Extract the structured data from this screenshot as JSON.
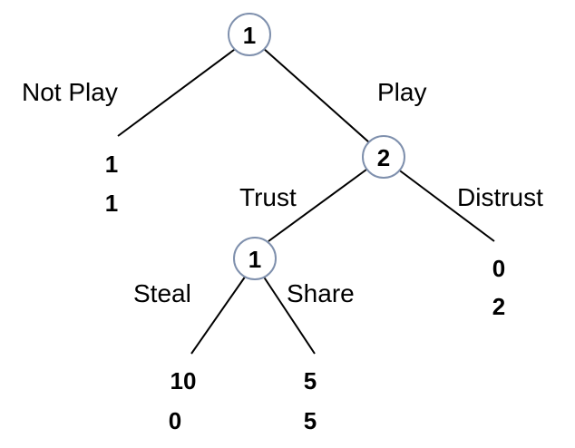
{
  "nodes": {
    "root": {
      "player": "1"
    },
    "second": {
      "player": "2"
    },
    "third": {
      "player": "1"
    }
  },
  "actions": {
    "not_play": "Not Play",
    "play": "Play",
    "trust": "Trust",
    "distrust": "Distrust",
    "steal": "Steal",
    "share": "Share"
  },
  "payoffs": {
    "not_play": {
      "p1": "1",
      "p2": "1"
    },
    "distrust": {
      "p1": "0",
      "p2": "2"
    },
    "steal": {
      "p1": "10",
      "p2": "0"
    },
    "share": {
      "p1": "5",
      "p2": "5"
    }
  },
  "colors": {
    "node_border": "#7f90ad",
    "edge": "#000000",
    "text": "#000000"
  }
}
